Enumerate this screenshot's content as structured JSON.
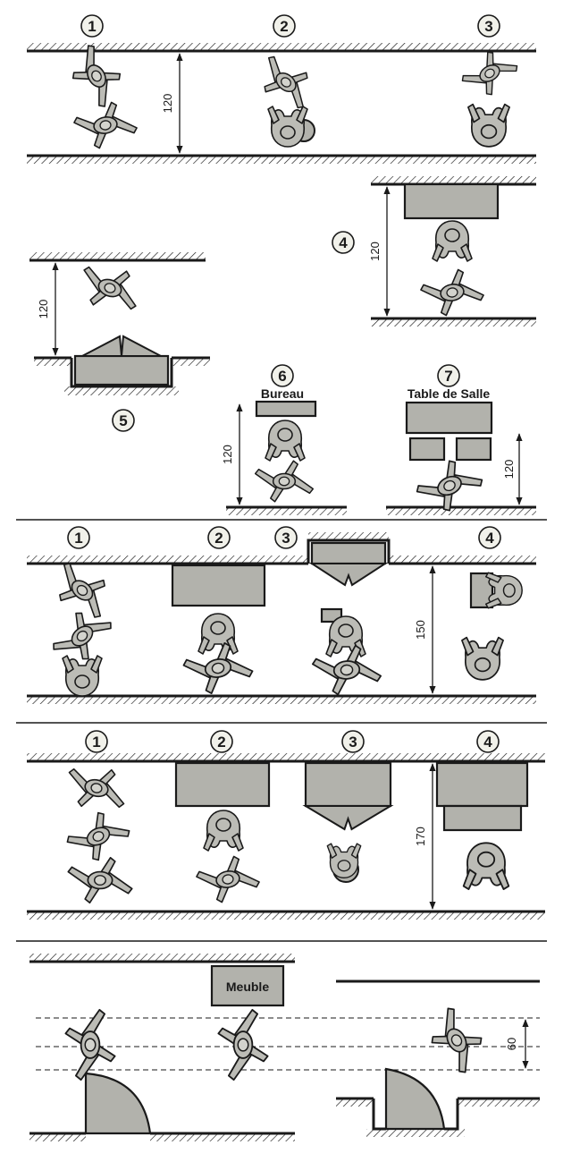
{
  "colors": {
    "line": "#1a1a1a",
    "fill": "#bcbcb6",
    "furniture": "#b2b2ac",
    "circle": "#f1f1ea",
    "paper": "#ffffff"
  },
  "section1": {
    "labels": [
      "1",
      "2",
      "3",
      "4",
      "5",
      "6",
      "7"
    ],
    "dims": [
      "120",
      "120",
      "120",
      "120",
      "120"
    ],
    "bureau": "Bureau",
    "table_salle": "Table de Salle"
  },
  "section2": {
    "labels": [
      "1",
      "2",
      "3",
      "4"
    ],
    "dim": "150"
  },
  "section3": {
    "labels": [
      "1",
      "2",
      "3",
      "4"
    ],
    "dim": "170"
  },
  "section4": {
    "meuble": "Meuble",
    "dim": "60"
  }
}
